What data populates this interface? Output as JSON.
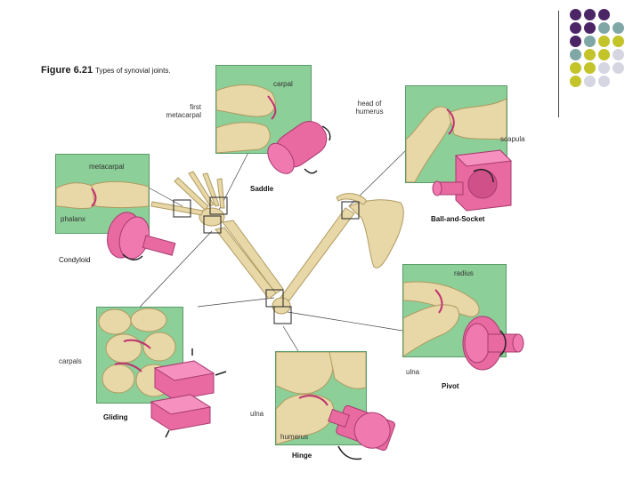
{
  "figure": {
    "number": "Figure 6.21",
    "caption": "Types of synovial joints."
  },
  "joints": {
    "saddle": {
      "name": "Saddle",
      "labels": [
        "carpal",
        "first metacarpal"
      ]
    },
    "ball_socket": {
      "name": "Ball-and-Socket",
      "labels": [
        "head of humerus",
        "scapula"
      ]
    },
    "condyloid": {
      "name": "Condyloid",
      "labels": [
        "metacarpal",
        "phalanx"
      ]
    },
    "pivot": {
      "name": "Pivot",
      "labels": [
        "radius",
        "ulna"
      ]
    },
    "gliding": {
      "name": "Gliding",
      "labels": [
        "carpals"
      ]
    },
    "hinge": {
      "name": "Hinge",
      "labels": [
        "ulna",
        "humerus"
      ]
    }
  },
  "colors": {
    "panel_green": "#8ccf98",
    "bone": "#e8d8a8",
    "model_pink": "#e86aa0",
    "dot_purple": "#4b2566",
    "dot_teal": "#7fa7a6",
    "dot_olive": "#c3c32a",
    "dot_light": "#d6d6e3"
  },
  "decoration": {
    "dot_grid": [
      [
        "purple",
        "purple",
        "purple",
        null
      ],
      [
        "purple",
        "purple",
        "teal",
        "teal"
      ],
      [
        "purple",
        "teal",
        "olive",
        "olive"
      ],
      [
        "teal",
        "olive",
        "olive",
        "light"
      ],
      [
        "olive",
        "olive",
        "light",
        "light"
      ],
      [
        "olive",
        "light",
        "light",
        null
      ]
    ]
  }
}
